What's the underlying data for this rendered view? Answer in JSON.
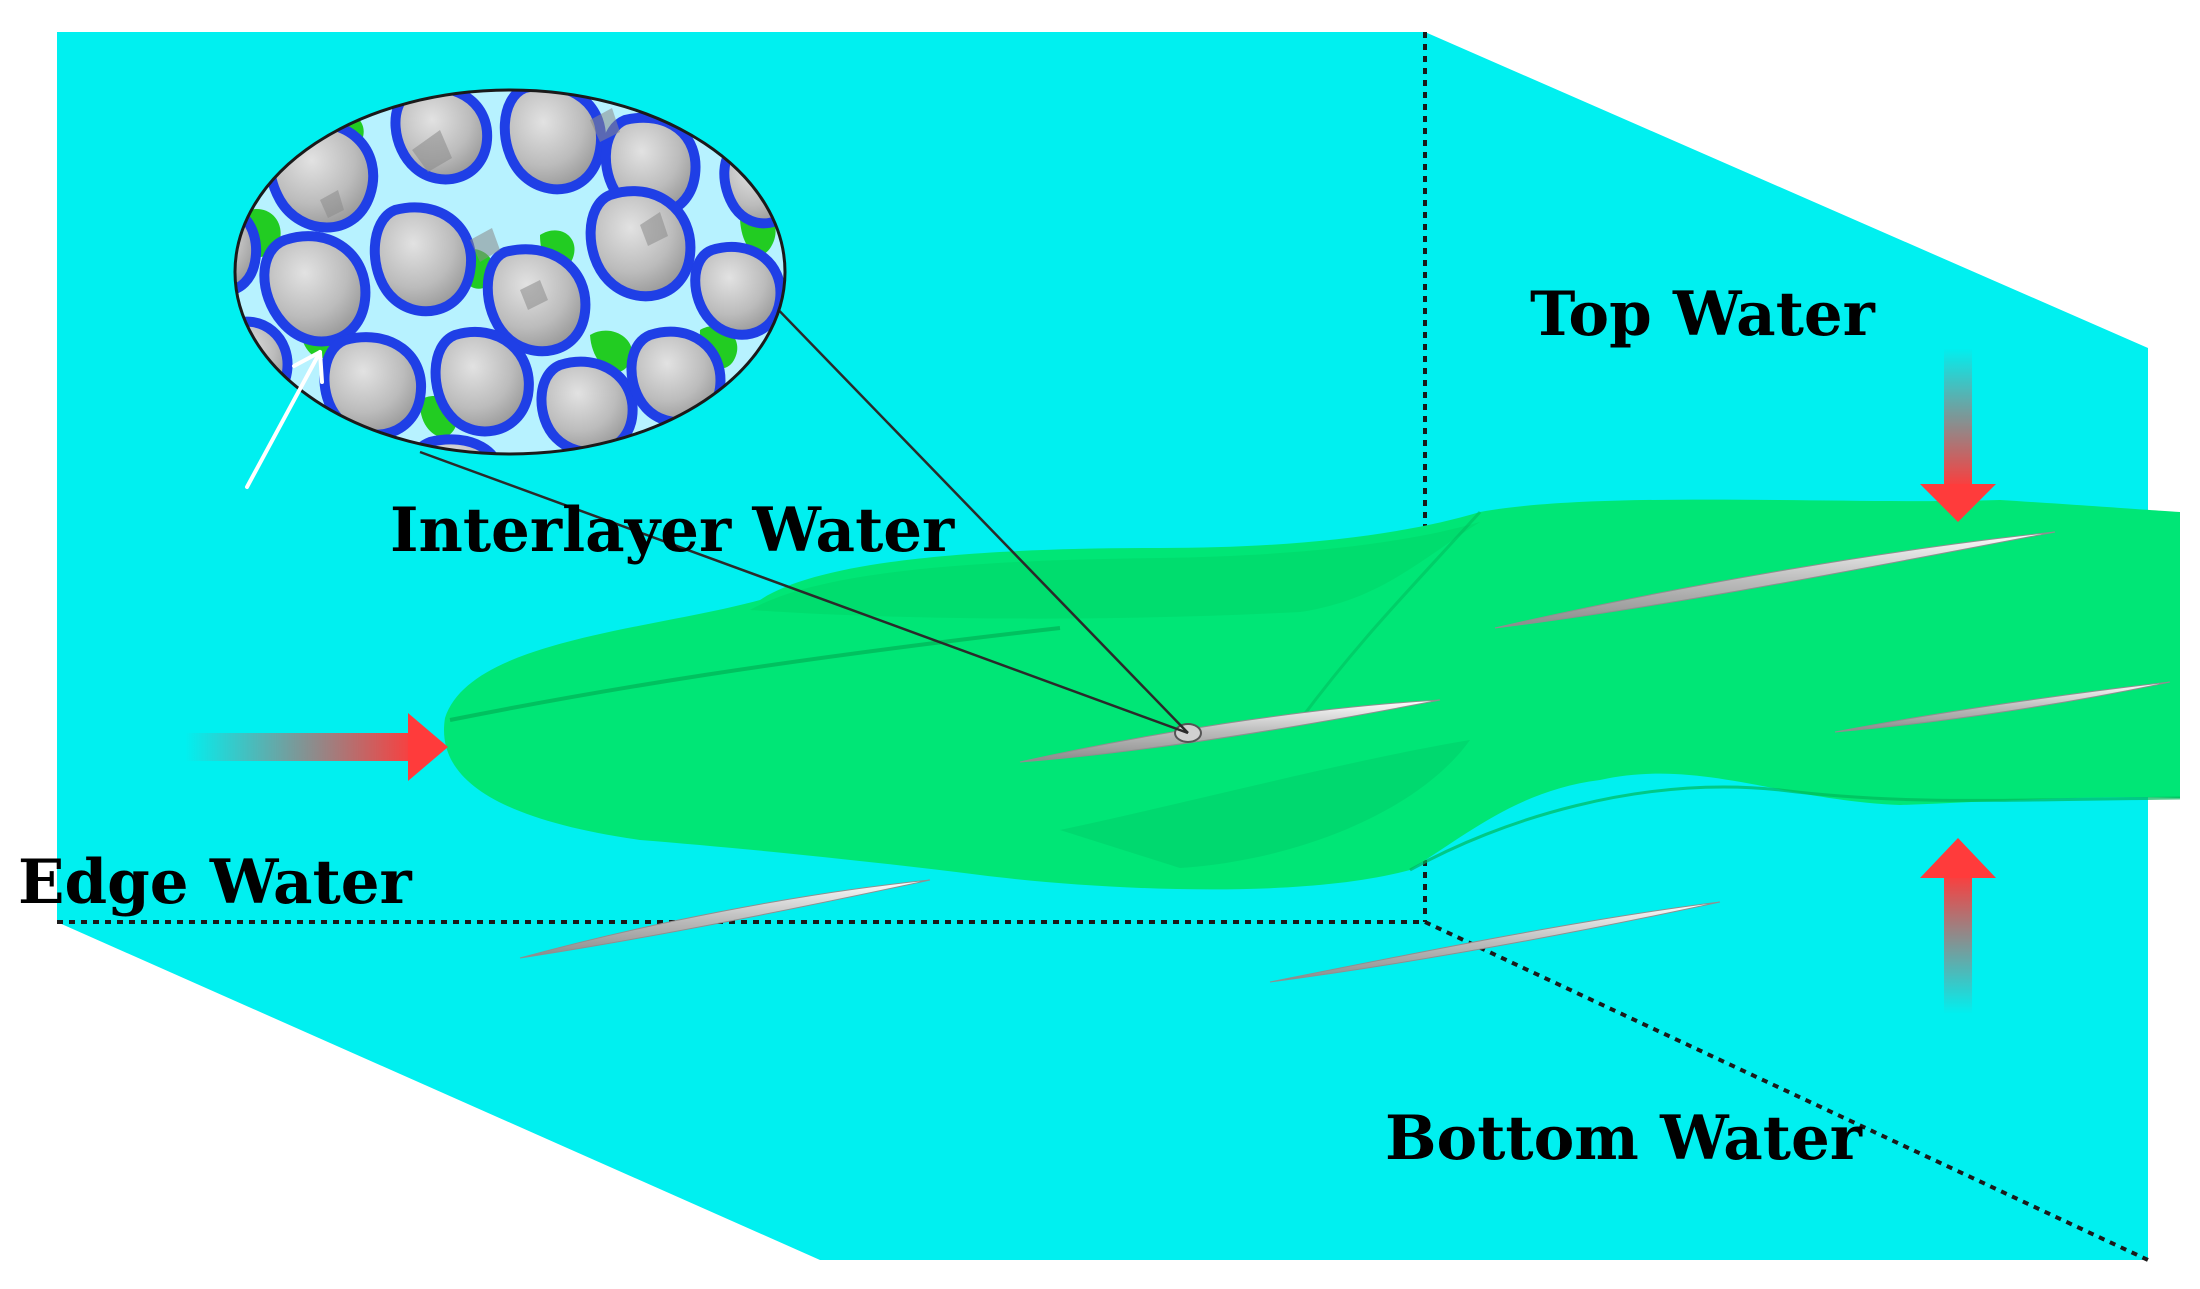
{
  "labels": {
    "top_water": "Top Water",
    "interlayer_water": "Interlayer Water",
    "edge_water": "Edge Water",
    "bottom_water": "Bottom Water"
  },
  "colors": {
    "water": "#00f0f0",
    "oil_zone": "#00e676",
    "oil_zone_edge": "#00c853",
    "arrow": "#ff3b3b",
    "interlayer": "#c4c4c4",
    "grain": "#bcbcbc",
    "water_film": "#1f3fe6",
    "pore_water": "#b7f2ff",
    "pore_oil": "#22cc22"
  },
  "icons": {
    "arrows": "inflow-arrow-icon",
    "pointer": "pointer-arrow-icon"
  }
}
